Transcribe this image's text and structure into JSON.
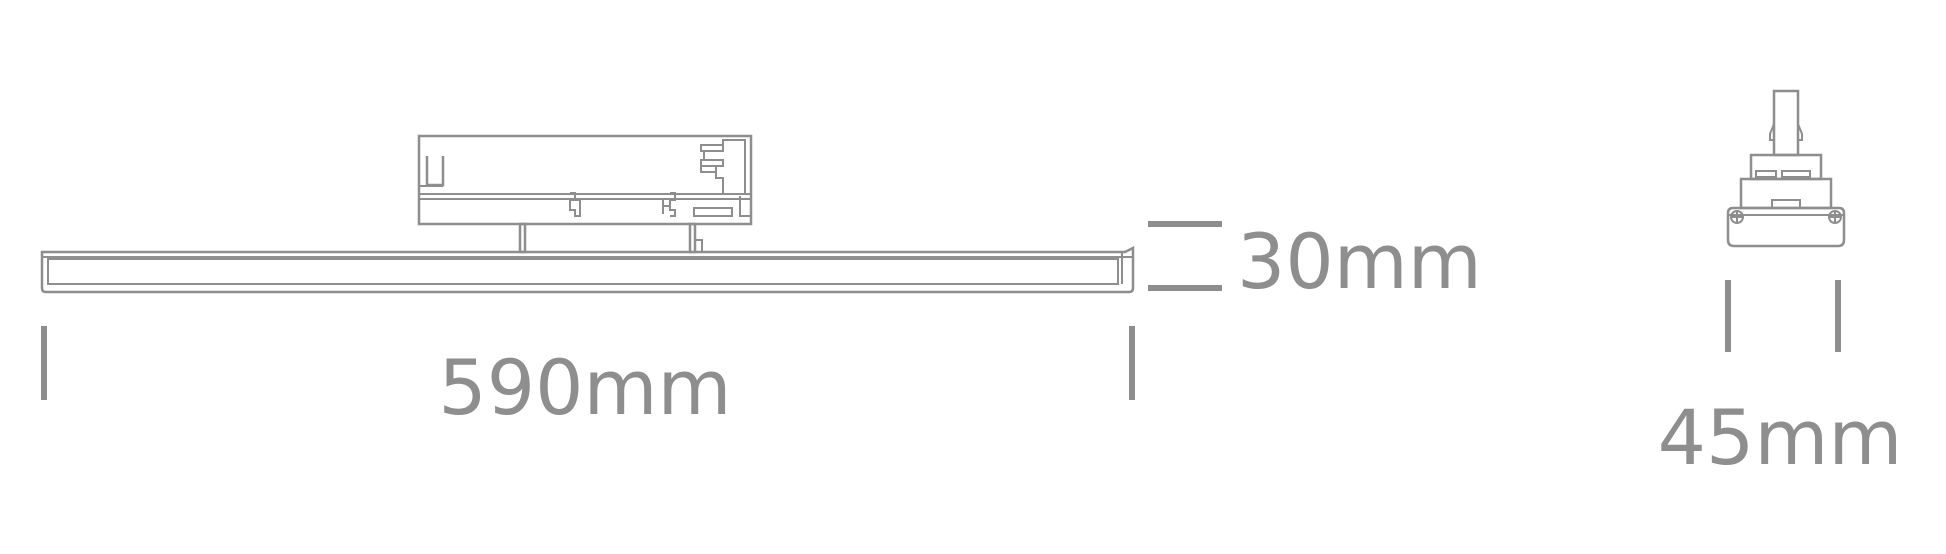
{
  "dimensions": {
    "length": "590mm",
    "height": "30mm",
    "width": "45mm"
  },
  "colors": {
    "line": "#8e8e8e",
    "background": "#ffffff"
  }
}
